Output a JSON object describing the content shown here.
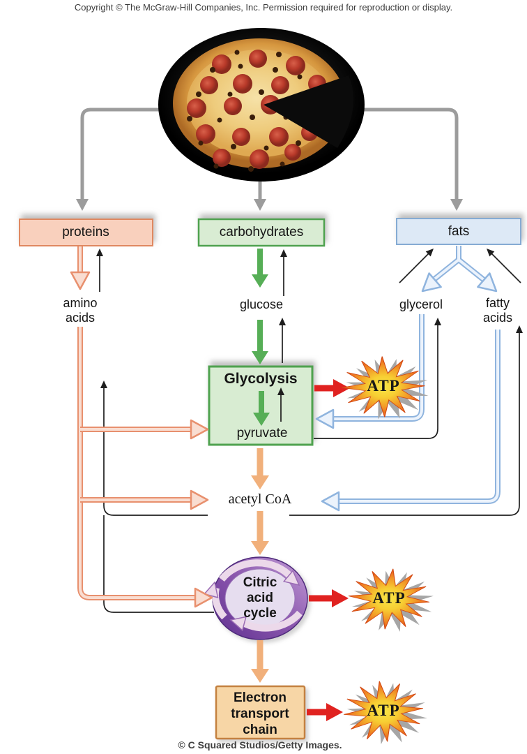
{
  "header": {
    "copyright": "Copyright © The McGraw-Hill Companies, Inc. Permission required for reproduction or display."
  },
  "footer": {
    "credit": "© C Squared Studios/Getty Images."
  },
  "labels": {
    "proteins": "proteins",
    "carbohydrates": "carbohydrates",
    "fats": "fats",
    "amino1": "amino",
    "amino2": "acids",
    "glucose": "glucose",
    "glycerol": "glycerol",
    "fatty1": "fatty",
    "fatty2": "acids",
    "glycolysis": "Glycolysis",
    "pyruvate": "pyruvate",
    "acetyl_coa": "acetyl CoA",
    "citric1": "Citric",
    "citric2": "acid",
    "citric3": "cycle",
    "etc1": "Electron",
    "etc2": "transport",
    "etc3": "chain",
    "atp": "ATP"
  },
  "icons": {
    "food": "pepperoni-pizza",
    "energy_burst": "atp-starburst",
    "cycle": "circular-arrow-ring"
  },
  "colors": {
    "protein_fill": "#f9d0bd",
    "protein_border": "#e08860",
    "carb_fill": "#d9ecd3",
    "carb_border": "#4fa24f",
    "fat_fill": "#dde9f6",
    "fat_border": "#85abd3",
    "etc_fill": "#f7d6a6",
    "etc_border": "#c4813f",
    "citric_ring": "#7b4fa0",
    "gray_arrow": "#9c9c9c",
    "green_arrow": "#56ae56",
    "orange_arrow": "#f1b07b",
    "red_arrow": "#e02220",
    "salmon_arrow": "#e8906e",
    "blue_arrow": "#8fb4de",
    "atp_core": "#f8e03c",
    "atp_spike": "#ef8b26"
  }
}
